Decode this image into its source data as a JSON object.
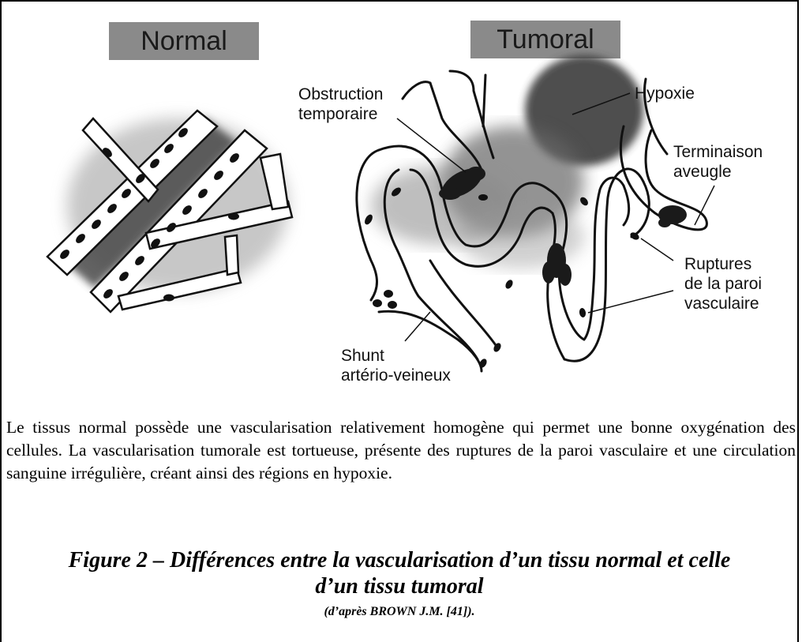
{
  "panels": {
    "normal_label": "Normal",
    "tumoral_label": "Tumoral"
  },
  "annotations": {
    "obstruction": [
      "Obstruction",
      "temporaire"
    ],
    "hypoxie": "Hypoxie",
    "terminaison": [
      "Terminaison",
      "aveugle"
    ],
    "ruptures": [
      "Ruptures",
      "de la paroi",
      "vasculaire"
    ],
    "shunt": [
      "Shunt",
      "artério-veineux"
    ]
  },
  "caption": {
    "body": "Le tissus normal possède une vascularisation relativement homogène qui permet une bonne oxygénation des cellules. La vascularisation tumorale est tortueuse, présente des ruptures de la paroi vasculaire et une circulation sanguine irrégulière, créant ainsi des régions en hypoxie.",
    "title_line1": "Figure 2 – Différences entre la vascularisation d’un tissu normal et celle",
    "title_line2": "d’un tissu tumoral",
    "source": "(d’après BROWN J.M. [41])."
  }
}
